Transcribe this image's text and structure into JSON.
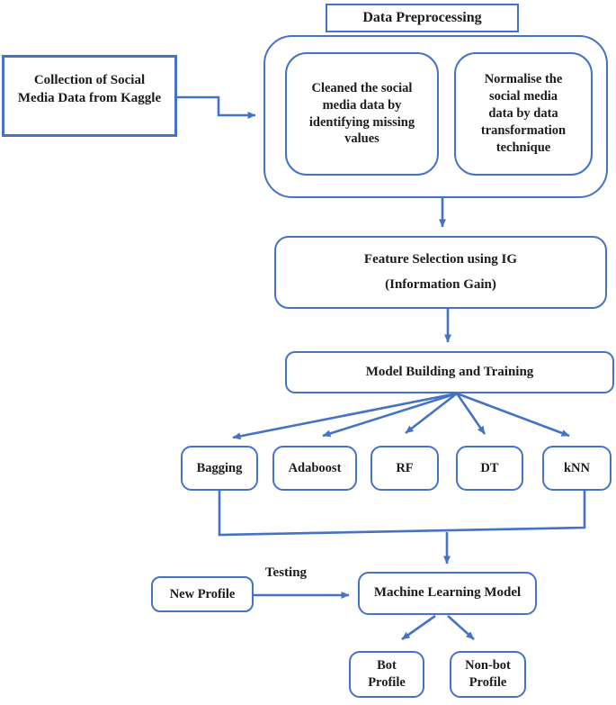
{
  "colors": {
    "line": "#4472C4",
    "text": "#1b1b1b",
    "background": "#ffffff"
  },
  "nodes": {
    "title": "Data Preprocessing",
    "collection": "Collection of Social\nMedia Data from Kaggle",
    "cleaned": "Cleaned the social\nmedia data by\nidentifying missing\nvalues",
    "normalise": "Normalise the\nsocial media\ndata by data\ntransformation\ntechnique",
    "feature_line1": "Feature Selection using IG",
    "feature_line2": "(Information Gain)",
    "model_building": "Model Building and Training",
    "classifiers": [
      "Bagging",
      "Adaboost",
      "RF",
      "DT",
      "kNN"
    ],
    "ml_model": "Machine Learning Model",
    "new_profile": "New Profile",
    "testing_label": "Testing",
    "bot_profile": "Bot\nProfile",
    "nonbot_profile": "Non-bot\nProfile"
  }
}
